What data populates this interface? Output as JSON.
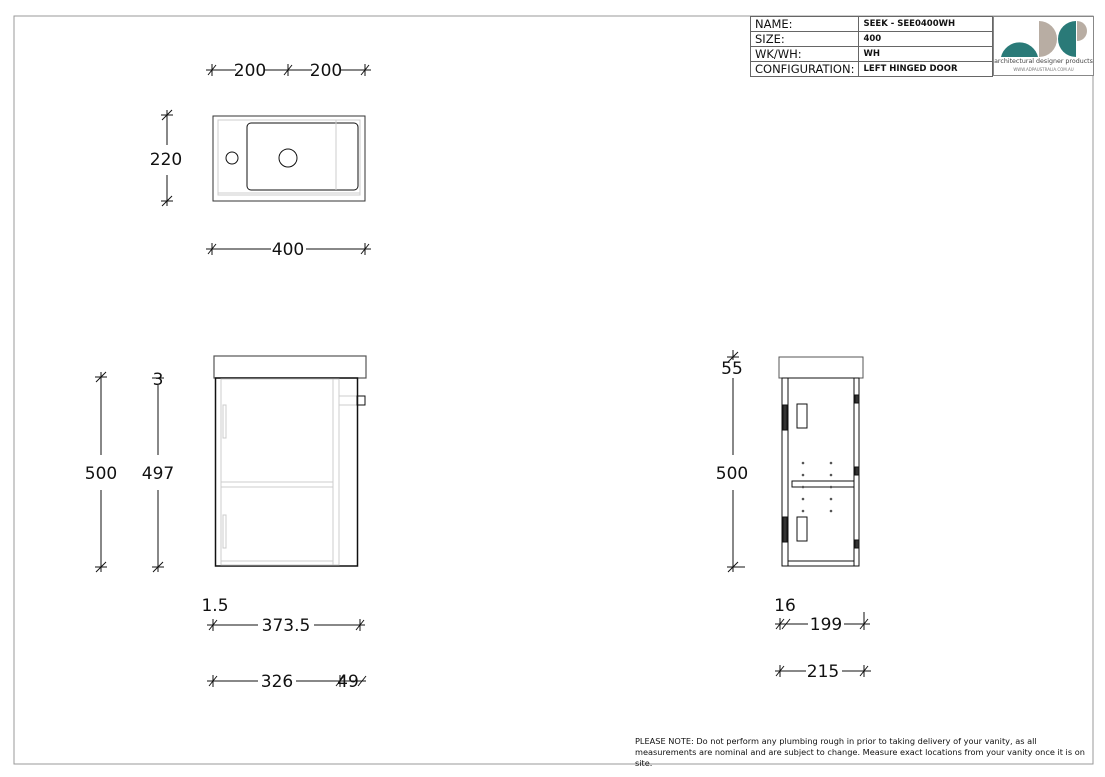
{
  "title_block": {
    "rows": [
      {
        "label": "NAME:",
        "value": "SEEK - SEE0400WH"
      },
      {
        "label": "SIZE:",
        "value": "400"
      },
      {
        "label": "WK/WH:",
        "value": "WH"
      },
      {
        "label": "CONFIGURATION:",
        "value": "LEFT HINGED DOOR"
      }
    ]
  },
  "logo": {
    "tagline": "architectural designer products",
    "website": "WWW.ADPAUSTRALIA.COM.AU",
    "colors": {
      "teal": "#2a7a78",
      "taupe": "#b8ada3"
    }
  },
  "plan_view": {
    "dim_left": "200",
    "dim_right": "200",
    "dim_depth": "220",
    "dim_width": "400"
  },
  "front_view": {
    "dim_total_height": "500",
    "dim_body_height": "497",
    "dim_gap": "3",
    "dim_offset": "1.5",
    "dim_width": "373.5",
    "dim_body_width": "326",
    "dim_tap": "49"
  },
  "side_view": {
    "dim_top": "55",
    "dim_height": "500",
    "dim_offset": "16",
    "dim_body_depth": "199",
    "dim_depth": "215"
  },
  "note": "PLEASE NOTE: Do not perform any plumbing rough in prior to taking delivery of your vanity, as all measurements are nominal and are subject to change. Measure exact locations from your vanity once it is on site."
}
